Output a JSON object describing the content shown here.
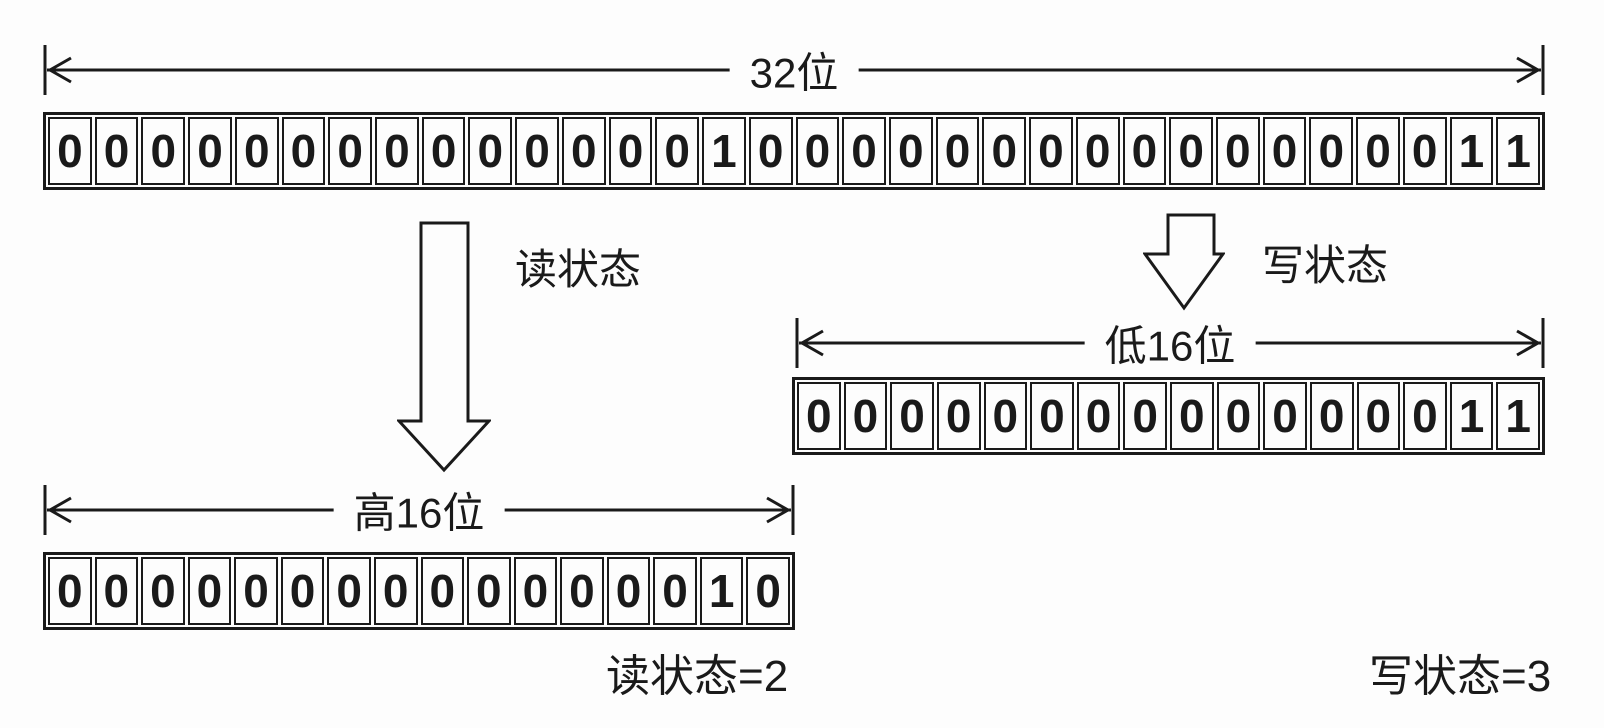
{
  "diagram": {
    "register32": {
      "label": "32位",
      "bits": [
        "0",
        "0",
        "0",
        "0",
        "0",
        "0",
        "0",
        "0",
        "0",
        "0",
        "0",
        "0",
        "0",
        "0",
        "1",
        "0",
        "0",
        "0",
        "0",
        "0",
        "0",
        "0",
        "0",
        "0",
        "0",
        "0",
        "0",
        "0",
        "0",
        "0",
        "1",
        "1"
      ]
    },
    "read_arrow": {
      "label": "读状态"
    },
    "write_arrow": {
      "label": "写状态"
    },
    "low16": {
      "label": "低16位",
      "bits": [
        "0",
        "0",
        "0",
        "0",
        "0",
        "0",
        "0",
        "0",
        "0",
        "0",
        "0",
        "0",
        "0",
        "0",
        "1",
        "1"
      ]
    },
    "high16": {
      "label": "高16位",
      "bits": [
        "0",
        "0",
        "0",
        "0",
        "0",
        "0",
        "0",
        "0",
        "0",
        "0",
        "0",
        "0",
        "0",
        "0",
        "1",
        "0"
      ]
    },
    "read_result_label": "读状态=2",
    "write_result_label": "写状态=3"
  },
  "colors": {
    "ink": "#1a1a1a",
    "bg": "#fdfdfd"
  }
}
